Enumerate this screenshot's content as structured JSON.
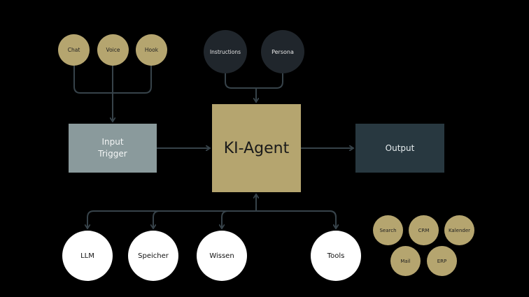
{
  "triggers": [
    {
      "label": "Chat"
    },
    {
      "label": "Voice"
    },
    {
      "label": "Hook"
    }
  ],
  "config": [
    {
      "label": "Instructions"
    },
    {
      "label": "Persona"
    }
  ],
  "input": {
    "line1": "Input",
    "line2": "Trigger"
  },
  "agent": {
    "label": "KI-Agent"
  },
  "output": {
    "label": "Output"
  },
  "resources": [
    {
      "label": "LLM"
    },
    {
      "label": "Speicher"
    },
    {
      "label": "Wissen"
    },
    {
      "label": "Tools"
    }
  ],
  "tools": [
    {
      "label": "Search"
    },
    {
      "label": "CRM"
    },
    {
      "label": "Kalender"
    },
    {
      "label": "Mail"
    },
    {
      "label": "ERP"
    }
  ],
  "colors": {
    "background": "#000000",
    "gold": "#B5A56F",
    "dark_node": "#20262C",
    "input_box": "#8A9A9C",
    "output_box": "#283840",
    "connector": "#37434A",
    "resource_node": "#FFFFFF"
  }
}
